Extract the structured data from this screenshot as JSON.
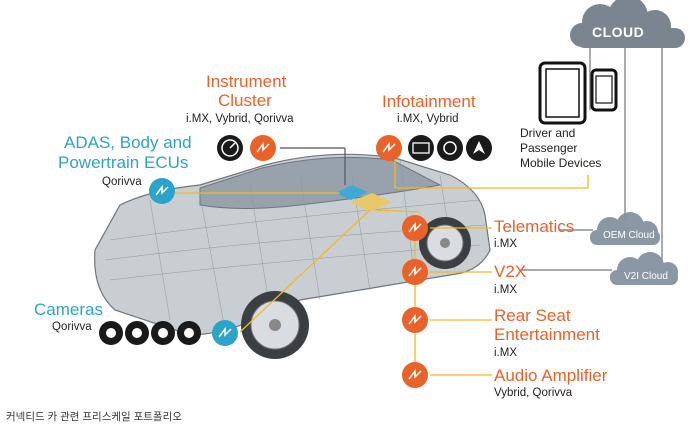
{
  "cloud": {
    "main": "CLOUD",
    "oem": "OEM Cloud",
    "v2i": "V2I Cloud"
  },
  "mobile": {
    "label_l1": "Driver and",
    "label_l2": "Passenger",
    "label_l3": "Mobile Devices"
  },
  "instrument": {
    "title_l1": "Instrument",
    "title_l2": "Cluster",
    "sub": "i.MX, Vybrid, Qorivva"
  },
  "infotainment": {
    "title": "Infotainment",
    "sub": "i.MX, Vybrid"
  },
  "adas": {
    "title_l1": "ADAS, Body and",
    "title_l2": "Powertrain ECUs",
    "sub": "Qorivva"
  },
  "cameras": {
    "title": "Cameras",
    "sub": "Qorivva"
  },
  "telematics": {
    "title": "Telematics",
    "sub": "i.MX"
  },
  "v2x": {
    "title": "V2X",
    "sub": "i.MX"
  },
  "rear": {
    "title_l1": "Rear Seat",
    "title_l2": "Entertainment",
    "sub": "i.MX"
  },
  "audio": {
    "title": "Audio Amplifier",
    "sub": "Vybrid, Qorivva"
  },
  "caption": "커넥티드 카 관련 프리스케일 포트폴리오",
  "colors": {
    "orange": "#e8622a",
    "blue": "#2ea3c9",
    "cloud_gray": "#7a8590",
    "line_yellow": "#f2b824"
  }
}
